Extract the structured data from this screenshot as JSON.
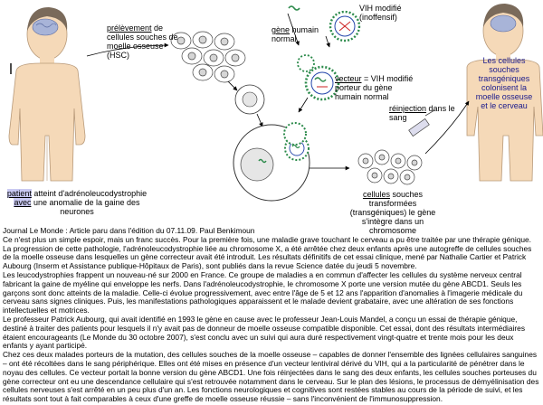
{
  "labels": {
    "prelevement_word": "prélèvement",
    "prelevement_rest": "de cellules souches de moelle osseuse (HSC)",
    "gene_word": "gène",
    "gene_rest": "humain normal",
    "vih": "VIH modifié (inoffensif)",
    "vecteur_word": "vecteur",
    "vecteur_rest": "= VIH modifié porteur du gène humain normal",
    "reinjection_word": "réinjection",
    "reinjection_rest": "dans le sang",
    "cellules_word": "cellules",
    "cellules_rest": "souches transformées (transgéniques) le gène s'intègre dans un chromosome",
    "stem_right": "Les cellules souches transgéniques colonisent la moelle osseuse et le cerveau",
    "patient_word": "patient",
    "patient_rest1": "atteint d'adrénoleucodystrophie",
    "avec_word": "avec",
    "patient_rest2": "une anomalie  de la gaine des neurones"
  },
  "colors": {
    "skin": "#f5d9b8",
    "hair": "#7a6a5a",
    "brain": "#a8b4d8",
    "nucleus": "#e6e6e6",
    "virus_green": "#2b8a4a",
    "dna_blue": "#2244aa",
    "dna_red": "#cc2222",
    "highlight": "#c9c9f2"
  },
  "article": {
    "source": "Journal Le Monde : Article paru dans l'édition du 07.11.09. Paul Benkimoun",
    "p1": "Ce n'est plus un simple espoir, mais un franc succès. Pour la première fois, une maladie grave touchant le cerveau a pu être traitée par une thérapie génique. La progression de cette pathologie, l'adrénoleucodystrophie liée au chromosome X, a été arrêtée chez deux enfants après une autogreffe de cellules souches de la moelle osseuse dans lesquelles un gène correcteur avait été introduit. Les résultats définitifs de cet essai clinique, mené par Nathalie Cartier et Patrick Aubourg (Inserm et Assistance publique-Hôpitaux de Paris), sont publiés dans la revue Science datée du jeudi 5 novembre.",
    "p2": "Les leucodystrophies frappent un nouveau-né sur 2000 en France. Ce groupe de maladies a en commun d'affecter les cellules du système nerveux central fabricant la gaine de myéline qui enveloppe les nerfs. Dans l'adrénoleucodystrophie, le chromosome X porte une version mutée du gène ABCD1. Seuls les garçons sont donc atteints de la maladie. Celle-ci évolue progressivement, avec entre l'âge de 5 et 12 ans l'apparition d'anomalies à l'imagerie médicale du cerveau sans signes cliniques. Puis, les manifestations pathologiques apparaissent et le malade devient grabataire, avec une altération de ses fonctions intellectuelles et motrices.",
    "p3": "Le professeur Patrick Aubourg, qui avait identifié en 1993 le gène en cause avec le professeur Jean-Louis Mandel, a conçu un essai de thérapie génique, destiné à traiter des patients pour lesquels il n'y avait pas de donneur de moelle osseuse compatible disponible. Cet essai, dont des résultats intermédiaires étaient encourageants (Le Monde du 30 octobre 2007), s'est conclu avec un suivi qui aura duré respectivement vingt-quatre et trente mois pour les deux enfants y ayant participé.",
    "p4": "Chez ces deux malades porteurs de la mutation, des cellules souches de la moelle osseuse – capables de donner l'ensemble des lignées cellulaires sanguines – ont été récoltées dans le sang périphérique. Elles ont été mises en présence d'un vecteur lentiviral dérivé du VIH, qui a la particularité de pénétrer dans le noyau des cellules. Ce vecteur portait la bonne version du gène ABCD1. Une fois réinjectées dans le sang des deux enfants, les cellules souches porteuses du gène correcteur ont eu une descendance cellulaire qui s'est retrouvée notamment dans le cerveau. Sur le plan des lésions, le processus de démyélinisation des cellules nerveuses s'est arrêté en un peu plus d'un an. Les fonctions neurologiques et cognitives sont restées stables au cours de la période de suivi, et les résultats sont tout à fait comparables à ceux d'une greffe de moelle osseuse réussie – sans l'inconvénient de l'immunosuppression."
  }
}
